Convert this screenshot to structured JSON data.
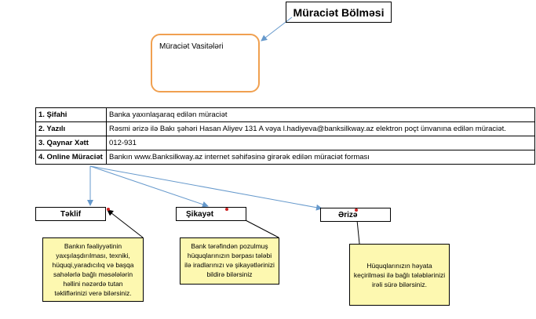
{
  "title": "Müraciət Bölməsi",
  "tools_box": {
    "label": "Müraciət Vasitələri"
  },
  "channels": [
    {
      "label": "1. Şifahi",
      "desc": "Banka yaxınlaşaraq edilən müraciət"
    },
    {
      "label": "2. Yazılı",
      "desc": "Rəsmi  ərizə ilə  Bakı şəhəri Hasan Aliyev 131 A   vəya     l.hadiyeva@banksilkway.az      elektron poçt ünvanına edilən müraciət."
    },
    {
      "label": "3. Qaynar Xətt",
      "desc": " 012-931"
    },
    {
      "label": "4. Online Müraciət",
      "desc": "Bankın www.Banksilkway.az   internet səhifəsinə girərək edilən müraciət forması"
    }
  ],
  "categories": [
    {
      "label": "Təklif",
      "note": "Bankın fəaliyyətinin yaxşılaşdırılması, texniki, hüquqi,yaradıcılıq və başqa sahələrlə bağlı məsələlərin həllini nəzərdə tutan təkliflərinizi verə bilərsiniz."
    },
    {
      "label": "Şikayət",
      "note": "Bank tərəfindən pozulmuş hüquqlarınızın bərpası tələbi ilə iradlarınızı və şikayətlərinizi bildirə bilərsiniz"
    },
    {
      "label": "Ərizə",
      "note": "Hüquqlarınızın  həyata keçirilməsi ilə bağlı tələblərinizi irəli sürə bilərsiniz."
    }
  ],
  "colors": {
    "connector": "#6699cc",
    "tools_border": "#f0a050",
    "note_bg": "#fdf8b0",
    "marker": "#cc2222"
  }
}
